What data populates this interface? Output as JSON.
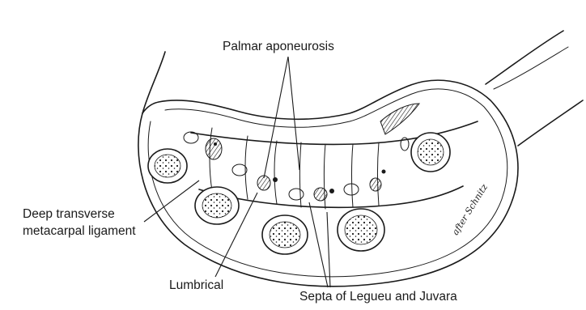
{
  "labels": {
    "palmar_aponeurosis": "Palmar aponeurosis",
    "deep_transverse_line1": "Deep transverse",
    "deep_transverse_line2": "metacarpal ligament",
    "lumbrical": "Lumbrical",
    "septa": "Septa of Legueu and Juvara",
    "credit": "after Schnitz"
  },
  "colors": {
    "ink": "#1a1a1a",
    "background": "#ffffff"
  }
}
